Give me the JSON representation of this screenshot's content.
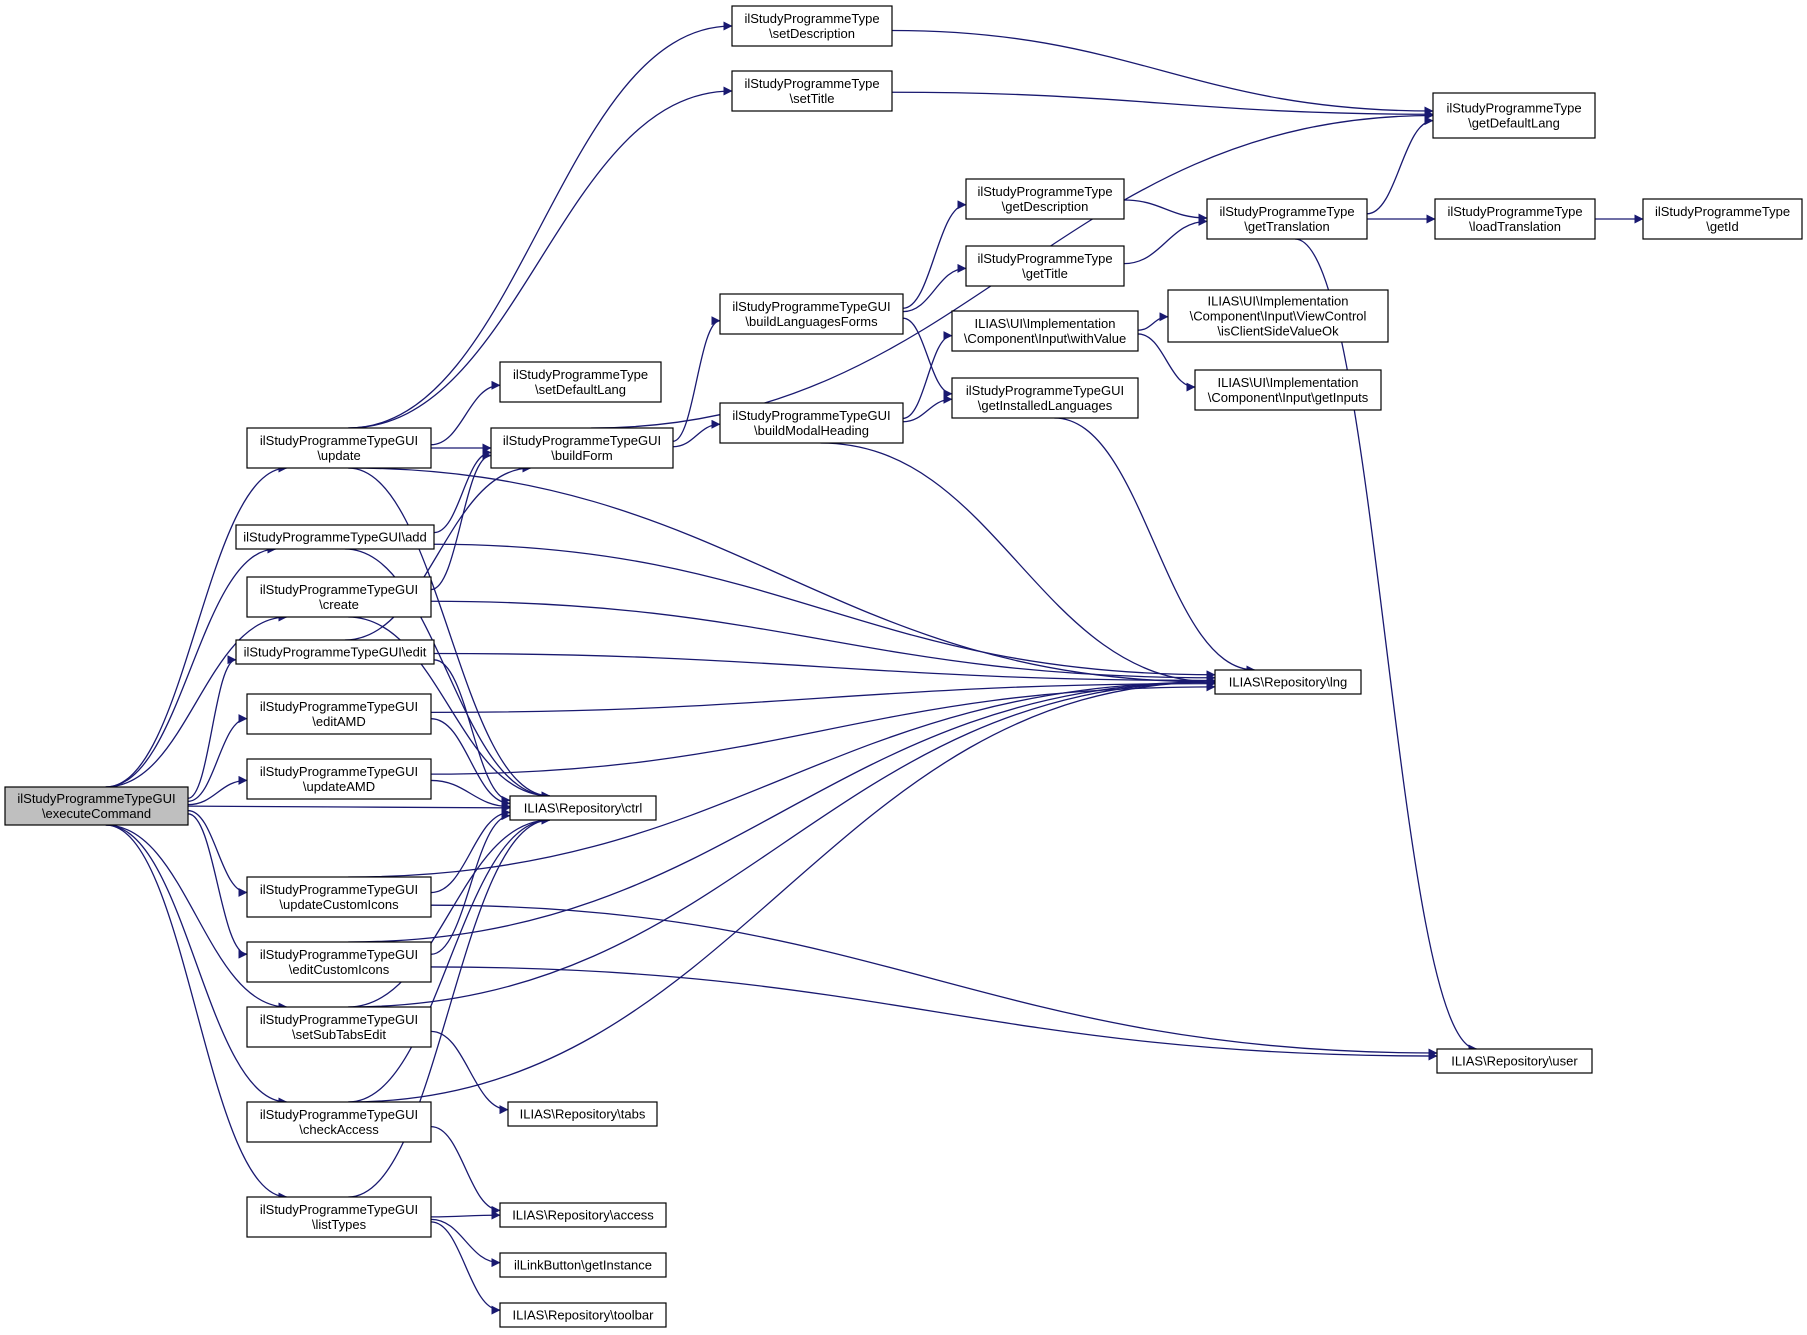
{
  "graph": {
    "colors": {
      "edge": "#191970",
      "root_fill": "#bfbfbf",
      "node_fill": "#ffffff",
      "border": "#000000"
    },
    "nodes": [
      {
        "id": "executeCommand",
        "lines": [
          "ilStudyProgrammeTypeGUI",
          "\\executeCommand"
        ],
        "root": true
      },
      {
        "id": "setDescription",
        "lines": [
          "ilStudyProgrammeType",
          "\\setDescription"
        ]
      },
      {
        "id": "setTitle",
        "lines": [
          "ilStudyProgrammeType",
          "\\setTitle"
        ]
      },
      {
        "id": "getDefaultLang",
        "lines": [
          "ilStudyProgrammeType",
          "\\getDefaultLang"
        ]
      },
      {
        "id": "getDescription",
        "lines": [
          "ilStudyProgrammeType",
          "\\getDescription"
        ]
      },
      {
        "id": "getTranslation",
        "lines": [
          "ilStudyProgrammeType",
          "\\getTranslation"
        ]
      },
      {
        "id": "loadTranslation",
        "lines": [
          "ilStudyProgrammeType",
          "\\loadTranslation"
        ]
      },
      {
        "id": "getId",
        "lines": [
          "ilStudyProgrammeType",
          "\\getId"
        ]
      },
      {
        "id": "getTitle",
        "lines": [
          "ilStudyProgrammeType",
          "\\getTitle"
        ]
      },
      {
        "id": "buildLanguagesForms",
        "lines": [
          "ilStudyProgrammeTypeGUI",
          "\\buildLanguagesForms"
        ]
      },
      {
        "id": "withValue",
        "lines": [
          "ILIAS\\UI\\Implementation",
          "\\Component\\Input\\withValue"
        ]
      },
      {
        "id": "isClientSideValueOk",
        "lines": [
          "ILIAS\\UI\\Implementation",
          "\\Component\\Input\\ViewControl",
          "\\isClientSideValueOk"
        ]
      },
      {
        "id": "setDefaultLang",
        "lines": [
          "ilStudyProgrammeType",
          "\\setDefaultLang"
        ]
      },
      {
        "id": "getInputs",
        "lines": [
          "ILIAS\\UI\\Implementation",
          "\\Component\\Input\\getInputs"
        ]
      },
      {
        "id": "buildModalHeading",
        "lines": [
          "ilStudyProgrammeTypeGUI",
          "\\buildModalHeading"
        ]
      },
      {
        "id": "getInstalledLanguages",
        "lines": [
          "ilStudyProgrammeTypeGUI",
          "\\getInstalledLanguages"
        ]
      },
      {
        "id": "update",
        "lines": [
          "ilStudyProgrammeTypeGUI",
          "\\update"
        ]
      },
      {
        "id": "buildForm",
        "lines": [
          "ilStudyProgrammeTypeGUI",
          "\\buildForm"
        ]
      },
      {
        "id": "add",
        "lines": [
          "ilStudyProgrammeTypeGUI\\add"
        ]
      },
      {
        "id": "create",
        "lines": [
          "ilStudyProgrammeTypeGUI",
          "\\create"
        ]
      },
      {
        "id": "edit",
        "lines": [
          "ilStudyProgrammeTypeGUI\\edit"
        ]
      },
      {
        "id": "lng",
        "lines": [
          "ILIAS\\Repository\\lng"
        ]
      },
      {
        "id": "editAMD",
        "lines": [
          "ilStudyProgrammeTypeGUI",
          "\\editAMD"
        ]
      },
      {
        "id": "updateAMD",
        "lines": [
          "ilStudyProgrammeTypeGUI",
          "\\updateAMD"
        ]
      },
      {
        "id": "ctrl",
        "lines": [
          "ILIAS\\Repository\\ctrl"
        ]
      },
      {
        "id": "updateCustomIcons",
        "lines": [
          "ilStudyProgrammeTypeGUI",
          "\\updateCustomIcons"
        ]
      },
      {
        "id": "editCustomIcons",
        "lines": [
          "ilStudyProgrammeTypeGUI",
          "\\editCustomIcons"
        ]
      },
      {
        "id": "setSubTabsEdit",
        "lines": [
          "ilStudyProgrammeTypeGUI",
          "\\setSubTabsEdit"
        ]
      },
      {
        "id": "user",
        "lines": [
          "ILIAS\\Repository\\user"
        ]
      },
      {
        "id": "tabs",
        "lines": [
          "ILIAS\\Repository\\tabs"
        ]
      },
      {
        "id": "checkAccess",
        "lines": [
          "ilStudyProgrammeTypeGUI",
          "\\checkAccess"
        ]
      },
      {
        "id": "listTypes",
        "lines": [
          "ilStudyProgrammeTypeGUI",
          "\\listTypes"
        ]
      },
      {
        "id": "access",
        "lines": [
          "ILIAS\\Repository\\access"
        ]
      },
      {
        "id": "getInstance",
        "lines": [
          "ilLinkButton\\getInstance"
        ]
      },
      {
        "id": "toolbar",
        "lines": [
          "ILIAS\\Repository\\toolbar"
        ]
      }
    ],
    "edges": [
      [
        "executeCommand",
        "update"
      ],
      [
        "executeCommand",
        "add"
      ],
      [
        "executeCommand",
        "create"
      ],
      [
        "executeCommand",
        "edit"
      ],
      [
        "executeCommand",
        "editAMD"
      ],
      [
        "executeCommand",
        "updateAMD"
      ],
      [
        "executeCommand",
        "ctrl"
      ],
      [
        "executeCommand",
        "updateCustomIcons"
      ],
      [
        "executeCommand",
        "editCustomIcons"
      ],
      [
        "executeCommand",
        "setSubTabsEdit"
      ],
      [
        "executeCommand",
        "checkAccess"
      ],
      [
        "executeCommand",
        "listTypes"
      ],
      [
        "update",
        "setDescription"
      ],
      [
        "update",
        "setTitle"
      ],
      [
        "update",
        "setDefaultLang"
      ],
      [
        "update",
        "buildForm"
      ],
      [
        "update",
        "lng"
      ],
      [
        "update",
        "ctrl"
      ],
      [
        "add",
        "buildForm"
      ],
      [
        "add",
        "lng"
      ],
      [
        "add",
        "ctrl"
      ],
      [
        "create",
        "buildForm"
      ],
      [
        "create",
        "lng"
      ],
      [
        "create",
        "ctrl"
      ],
      [
        "edit",
        "buildForm"
      ],
      [
        "edit",
        "lng"
      ],
      [
        "edit",
        "ctrl"
      ],
      [
        "editAMD",
        "lng"
      ],
      [
        "editAMD",
        "ctrl"
      ],
      [
        "updateAMD",
        "lng"
      ],
      [
        "updateAMD",
        "ctrl"
      ],
      [
        "updateCustomIcons",
        "ctrl"
      ],
      [
        "updateCustomIcons",
        "lng"
      ],
      [
        "updateCustomIcons",
        "user"
      ],
      [
        "editCustomIcons",
        "ctrl"
      ],
      [
        "editCustomIcons",
        "lng"
      ],
      [
        "editCustomIcons",
        "user"
      ],
      [
        "setSubTabsEdit",
        "ctrl"
      ],
      [
        "setSubTabsEdit",
        "lng"
      ],
      [
        "setSubTabsEdit",
        "tabs"
      ],
      [
        "checkAccess",
        "ctrl"
      ],
      [
        "checkAccess",
        "lng"
      ],
      [
        "checkAccess",
        "access"
      ],
      [
        "listTypes",
        "ctrl"
      ],
      [
        "listTypes",
        "access"
      ],
      [
        "listTypes",
        "getInstance"
      ],
      [
        "listTypes",
        "toolbar"
      ],
      [
        "setDescription",
        "getDefaultLang"
      ],
      [
        "setTitle",
        "getDefaultLang"
      ],
      [
        "buildForm",
        "getDefaultLang"
      ],
      [
        "buildForm",
        "buildLanguagesForms"
      ],
      [
        "buildForm",
        "buildModalHeading"
      ],
      [
        "buildLanguagesForms",
        "getDescription"
      ],
      [
        "buildLanguagesForms",
        "getTitle"
      ],
      [
        "buildLanguagesForms",
        "getInstalledLanguages"
      ],
      [
        "buildModalHeading",
        "withValue"
      ],
      [
        "buildModalHeading",
        "getInstalledLanguages"
      ],
      [
        "buildModalHeading",
        "lng"
      ],
      [
        "withValue",
        "isClientSideValueOk"
      ],
      [
        "withValue",
        "getInputs"
      ],
      [
        "getInstalledLanguages",
        "lng"
      ],
      [
        "getDescription",
        "getTranslation"
      ],
      [
        "getTitle",
        "getTranslation"
      ],
      [
        "getTranslation",
        "getDefaultLang"
      ],
      [
        "getTranslation",
        "loadTranslation"
      ],
      [
        "getTranslation",
        "user"
      ],
      [
        "loadTranslation",
        "getId"
      ]
    ]
  }
}
